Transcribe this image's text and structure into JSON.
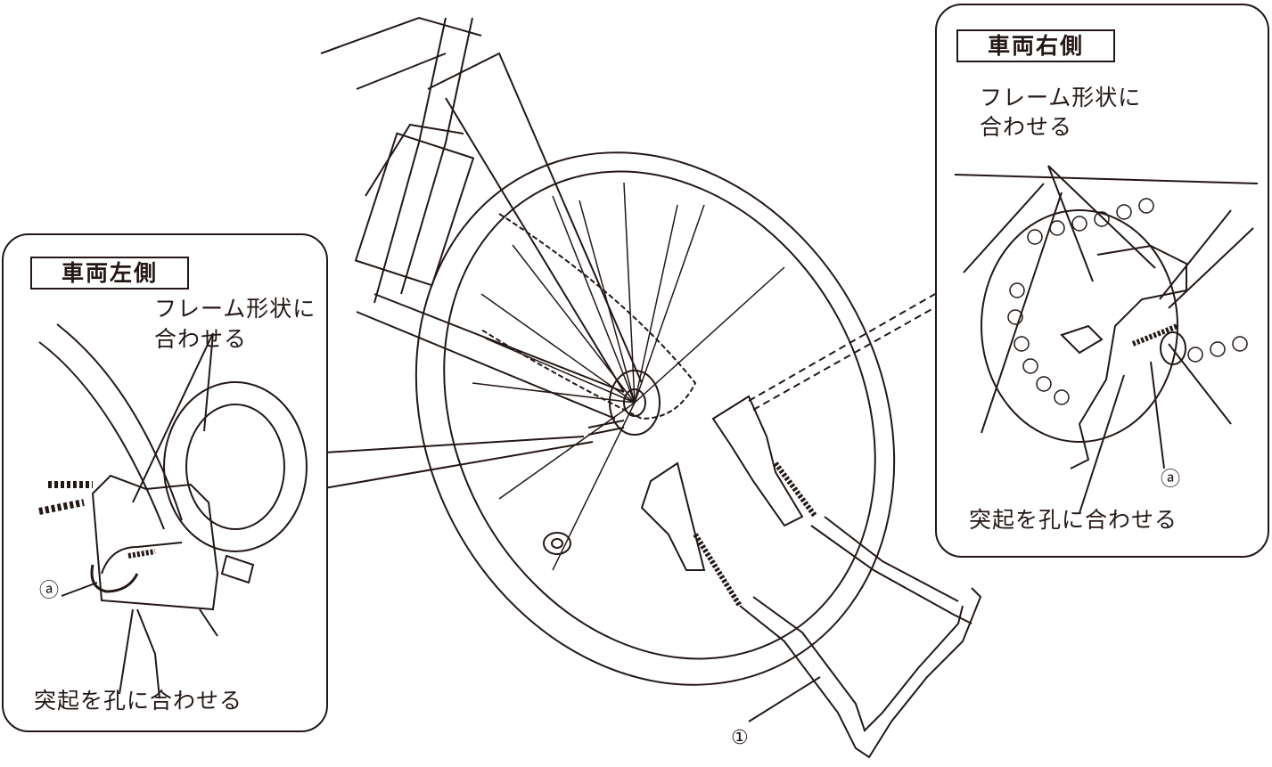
{
  "left_inset": {
    "title": "車両左側",
    "frame_note_line1": "フレーム形状に",
    "frame_note_line2": "合わせる",
    "hole_note": "突起を孔に合わせる",
    "marker": "ⓐ"
  },
  "right_inset": {
    "title": "車両右側",
    "frame_note_line1": "フレーム形状に",
    "frame_note_line2": "合わせる",
    "hole_note": "突起を孔に合わせる",
    "marker": "ⓐ"
  },
  "main": {
    "part_marker": "①"
  },
  "colors": {
    "line": "#231815",
    "background": "#ffffff"
  }
}
